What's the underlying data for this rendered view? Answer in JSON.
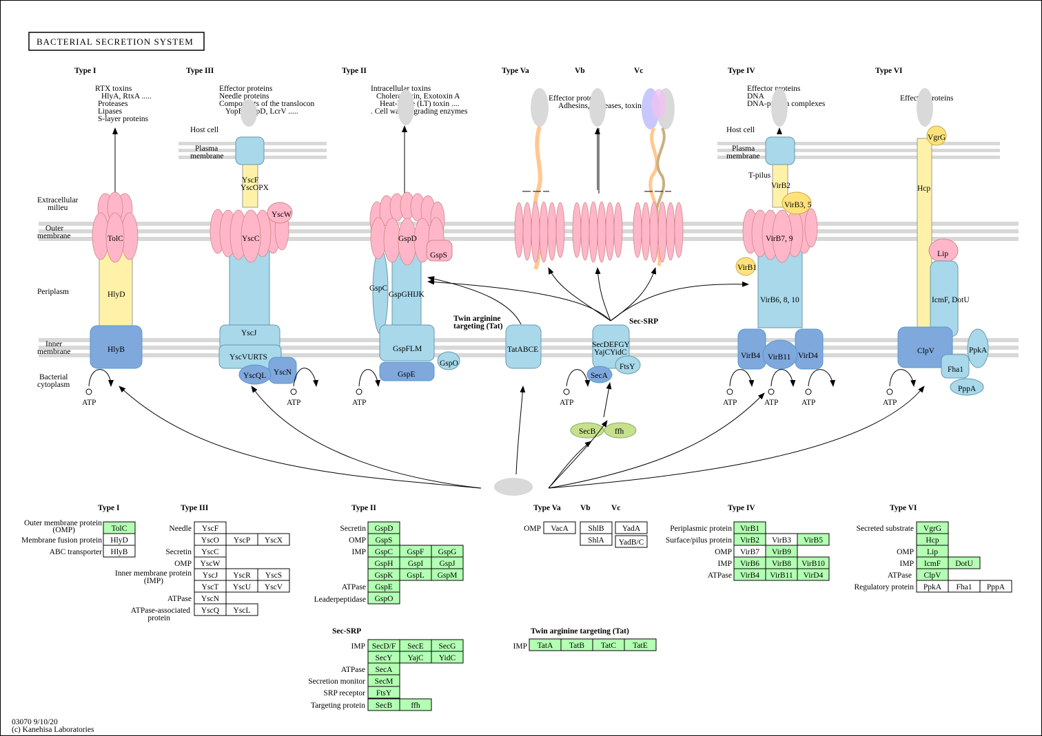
{
  "title": "BACTERIAL SECRETION SYSTEM",
  "footer": {
    "code": "03070 9/10/20",
    "copyright": "(c) Kanehisa Laboratories"
  },
  "colors": {
    "pink": "#ffb6c8",
    "blue": "#a8d8ea",
    "darkblue": "#7fa8dc",
    "yellow": "#fff2a8",
    "green": "#b3ffb3",
    "olive": "#c6e08c",
    "gray": "#d9d9d9"
  },
  "headers": {
    "t1": "Type I",
    "t3": "Type III",
    "t2": "Type II",
    "t5a": "Type Va",
    "t5b": "Vb",
    "t5c": "Vc",
    "t4": "Type IV",
    "t6": "Type VI"
  },
  "layers": {
    "extracellular": [
      "Extracellular",
      "milieu"
    ],
    "outer": [
      "Outer",
      "membrane"
    ],
    "periplasm": "Periplasm",
    "inner": [
      "Inner",
      "membrane"
    ],
    "cytoplasm": [
      "Bacterial",
      "cytoplasm"
    ],
    "hostcell": "Host cell",
    "plasma": [
      "Plasma",
      "membrane"
    ]
  },
  "products": {
    "t1": [
      "RTX toxins",
      "HlyA, RtxA  .....",
      "Proteases",
      "Lipases",
      "S-layer proteins"
    ],
    "t3": [
      "Effector proteins",
      "Needle proteins",
      "Components of the translocon",
      "YopB, YopD, LcrV ....."
    ],
    "t2": [
      "Intracellular toxins",
      "Cholera toxin, Exotoxin A",
      "Heat-labile (LT) toxin  ....",
      ".  Cell wall-degrading enzymes"
    ],
    "t5": [
      "Effector proteins",
      "Adhesins, proteases, toxins ....."
    ],
    "t4": [
      "Effector proteins",
      "DNA",
      "DNA-protein complexes"
    ],
    "t6": [
      "Effector proteins"
    ]
  },
  "proteins": {
    "tolc": "TolC",
    "hlyd": "HlyD",
    "hlyb": "HlyB",
    "yscf": [
      "YscF",
      "YscOPX"
    ],
    "yscw": "YscW",
    "yscc": "YscC",
    "yscj": "YscJ",
    "yscvurts": "YscVURTS",
    "yscql": "YscQL",
    "yscn": "YscN",
    "gspd": "GspD",
    "gsps": "GspS",
    "gspc": "GspC",
    "gspghijk": "GspGHIJK",
    "gspflm": "GspFLM",
    "gspe": "GspE",
    "gspo": "GspO",
    "tat_label": [
      "Twin arginine",
      "targeting (Tat)"
    ],
    "tatabce": "TatABCE",
    "secsrp": "Sec-SRP",
    "secdefgy": [
      "SecDEFGY",
      "YajCYidC"
    ],
    "ftsy": "FtsY",
    "seca": "SecA",
    "secb": "SecB",
    "ffh": "ffh",
    "tpilus": "T-pilus",
    "virb2": "VirB2",
    "virb35": "VirB3, 5",
    "virb79": "VirB7, 9",
    "virb1": "VirB1",
    "virb6810": "VirB6, 8, 10",
    "virb4": "VirB4",
    "virb11": "VirB11",
    "vird4": "VirD4",
    "vgrg": "VgrG",
    "hcp": "Hcp",
    "lip": "Lip",
    "icmf": "IcmF, DotU",
    "clpv": "ClpV",
    "ppka": "PpkA",
    "fha1": "Fha1",
    "pppa": "PppA",
    "atp": "ATP"
  },
  "tables": {
    "t1": {
      "title": "Type I",
      "rows": [
        [
          "Outer membrane  protein",
          "(OMP)"
        ],
        [
          "Membrane fusion protein"
        ],
        [
          "ABC transporter"
        ]
      ],
      "cells": [
        "TolC",
        "HlyD",
        "HlyB"
      ]
    },
    "t3": {
      "title": "Type III",
      "labels": [
        "Needle",
        "Secretin",
        "OMP",
        [
          "Inner membrane protein",
          "(IMP)"
        ],
        "ATPase",
        [
          "ATPase-associated",
          "protein"
        ]
      ],
      "cells": [
        [
          "YscF"
        ],
        [
          "YscO",
          "YscP",
          "YscX"
        ],
        [
          "YscC"
        ],
        [
          "YscW"
        ],
        [
          "YscJ",
          "YscR",
          "YscS"
        ],
        [
          "YscT",
          "YscU",
          "YscV"
        ],
        [
          "YscN"
        ],
        [
          "YscQ",
          "YscL"
        ]
      ]
    },
    "t2": {
      "title": "Type II",
      "labels": [
        "Secretin",
        "OMP",
        "IMP",
        "ATPase",
        "Leaderpeptidase"
      ],
      "cells": [
        [
          "GspD"
        ],
        [
          "GspS"
        ],
        [
          "GspC",
          "GspF",
          "GspG"
        ],
        [
          "GspH",
          "GspI",
          "GspJ"
        ],
        [
          "GspK",
          "GspL",
          "GspM"
        ],
        [
          "GspE"
        ],
        [
          "GspO"
        ]
      ]
    },
    "t5": {
      "titles": [
        "Type Va",
        "Vb",
        "Vc"
      ],
      "label": "OMP",
      "cells": [
        "VacA",
        "ShlB",
        "ShlA",
        "YadA",
        "YadB/C"
      ]
    },
    "t4": {
      "title": "Type IV",
      "labels": [
        "Periplasmic protein",
        "Surface/pilus protein",
        "OMP",
        "IMP",
        "ATPase"
      ],
      "cells": [
        [
          "VirB1"
        ],
        [
          "VirB2",
          "VirB3",
          "VirB5"
        ],
        [
          "VirB7",
          "VirB9"
        ],
        [
          "VirB6",
          "VirB8",
          "VirB10"
        ],
        [
          "VirB4",
          "VirB11",
          "VirD4"
        ]
      ]
    },
    "t6": {
      "title": "Type VI",
      "labels": [
        "Secreted substrate",
        "OMP",
        "IMP",
        "ATPase",
        "Regulatory protein"
      ],
      "cells": [
        [
          "VgrG"
        ],
        [
          "Hcp"
        ],
        [
          "Lip"
        ],
        [
          "IcmF",
          "DotU"
        ],
        [
          "ClpV"
        ],
        [
          "PpkA",
          "Fha1",
          "PppA"
        ]
      ]
    },
    "sec": {
      "title": "Sec-SRP",
      "labels": [
        "IMP",
        "ATPase",
        "Secretion monitor",
        "SRP receptor",
        "Targeting protein"
      ],
      "cells": [
        [
          "SecD/F",
          "SecE",
          "SecG"
        ],
        [
          "SecY",
          "YajC",
          "YidC"
        ],
        [
          "SecA"
        ],
        [
          "SecM"
        ],
        [
          "FtsY"
        ],
        [
          "SecB",
          "ffh"
        ]
      ]
    },
    "tat": {
      "title": "Twin arginine targeting (Tat)",
      "label": "IMP",
      "cells": [
        "TatA",
        "TatB",
        "TatC",
        "TatE"
      ]
    }
  }
}
